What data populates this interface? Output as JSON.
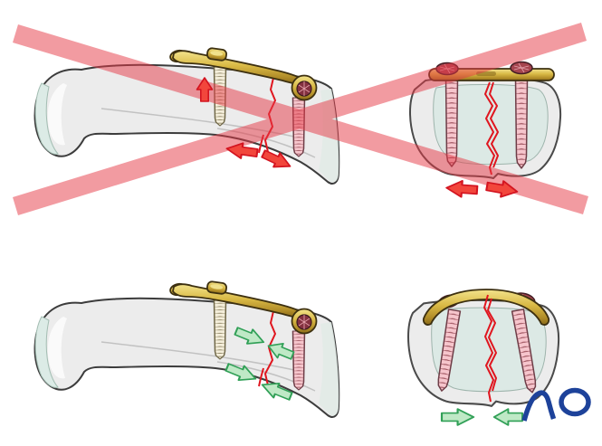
{
  "figure": {
    "type": "surgical-technique-comparison-illustration",
    "logo": {
      "text": "AO",
      "color": "#1d429a"
    },
    "colors": {
      "background": "#ffffff",
      "bone_fill": "#ececec",
      "bone_outline": "#3c3c3c",
      "cartilage_tint": "#dcebe6",
      "plate_gold": "#d9b945",
      "screw_pink": "#f6c5cc",
      "screw_cream": "#f4eeda",
      "fracture_red": "#e0161f",
      "arrow_red_fill": "#f2463c",
      "arrow_red_stroke": "#d31420",
      "arrow_green_fill": "#bfe9c6",
      "arrow_green_stroke": "#31a057",
      "prohibition_band": "#e63946"
    },
    "panels": [
      {
        "position": "top-left",
        "view": "lateral-bone",
        "hardware": "gold plate, cream screw, pink lag screw",
        "fracture": "red oblique line",
        "arrows": "red diverging (displacement)",
        "crossed_out": true
      },
      {
        "position": "top-right",
        "view": "axial-bone-cross-section",
        "hardware": "straight plate, two parallel pink screws",
        "fracture": "red vertical crack",
        "arrows": "red diverging (gap opens)",
        "crossed_out": true
      },
      {
        "position": "bottom-left",
        "view": "lateral-bone",
        "hardware": "gold plate, cream screw, pink lag screw",
        "fracture": "red oblique line",
        "arrows": "green converging (compression)",
        "crossed_out": false
      },
      {
        "position": "bottom-right",
        "view": "axial-bone-cross-section",
        "hardware": "curved plate, two converging pink screws",
        "fracture": "red vertical crack",
        "arrows": "green converging (compression)",
        "crossed_out": false
      }
    ]
  }
}
